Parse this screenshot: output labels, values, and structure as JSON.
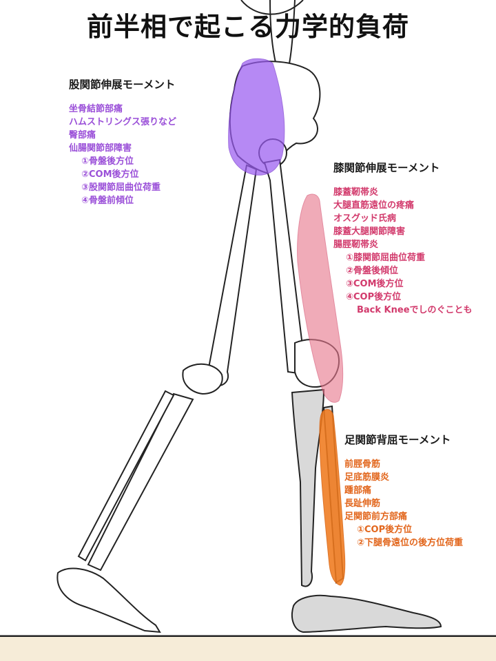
{
  "title": "前半相で起こる力学的負荷",
  "colors": {
    "hip": "#9a4fd8",
    "knee": "#d23a6c",
    "ankle": "#e2661c",
    "hip_zone": "#9a5cf0",
    "knee_zone": "#e8788e",
    "ankle_zone": "#f07a1e",
    "floor": "#f6ecd8"
  },
  "hip_moment": {
    "heading": "股関節伸展モーメント",
    "items": [
      "坐骨結節部痛",
      "ハムストリングス張りなど",
      "臀部痛",
      "仙腸関節部障害"
    ],
    "factors": [
      "①骨盤後方位",
      "②COM後方位",
      "③股関節屈曲位荷重",
      "④骨盤前傾位"
    ]
  },
  "knee_moment": {
    "heading": "膝関節伸展モーメント",
    "items": [
      "膝蓋靭帯炎",
      "大腿直筋遠位の疼痛",
      "オスグッド氏病",
      "膝蓋大腿関節障害",
      "腸脛靭帯炎"
    ],
    "factors": [
      "①膝関節屈曲位荷重",
      "②骨盤後傾位",
      "③COM後方位",
      "④COP後方位"
    ],
    "note": "Back Kneeでしのぐことも"
  },
  "ankle_moment": {
    "heading": "足関節背屈モーメント",
    "items": [
      "前脛骨筋",
      "足底筋膜炎",
      "踵部痛",
      "長趾伸筋",
      "足関節前方部痛"
    ],
    "factors": [
      "①COP後方位",
      "②下腿骨遠位の後方位荷重"
    ]
  }
}
